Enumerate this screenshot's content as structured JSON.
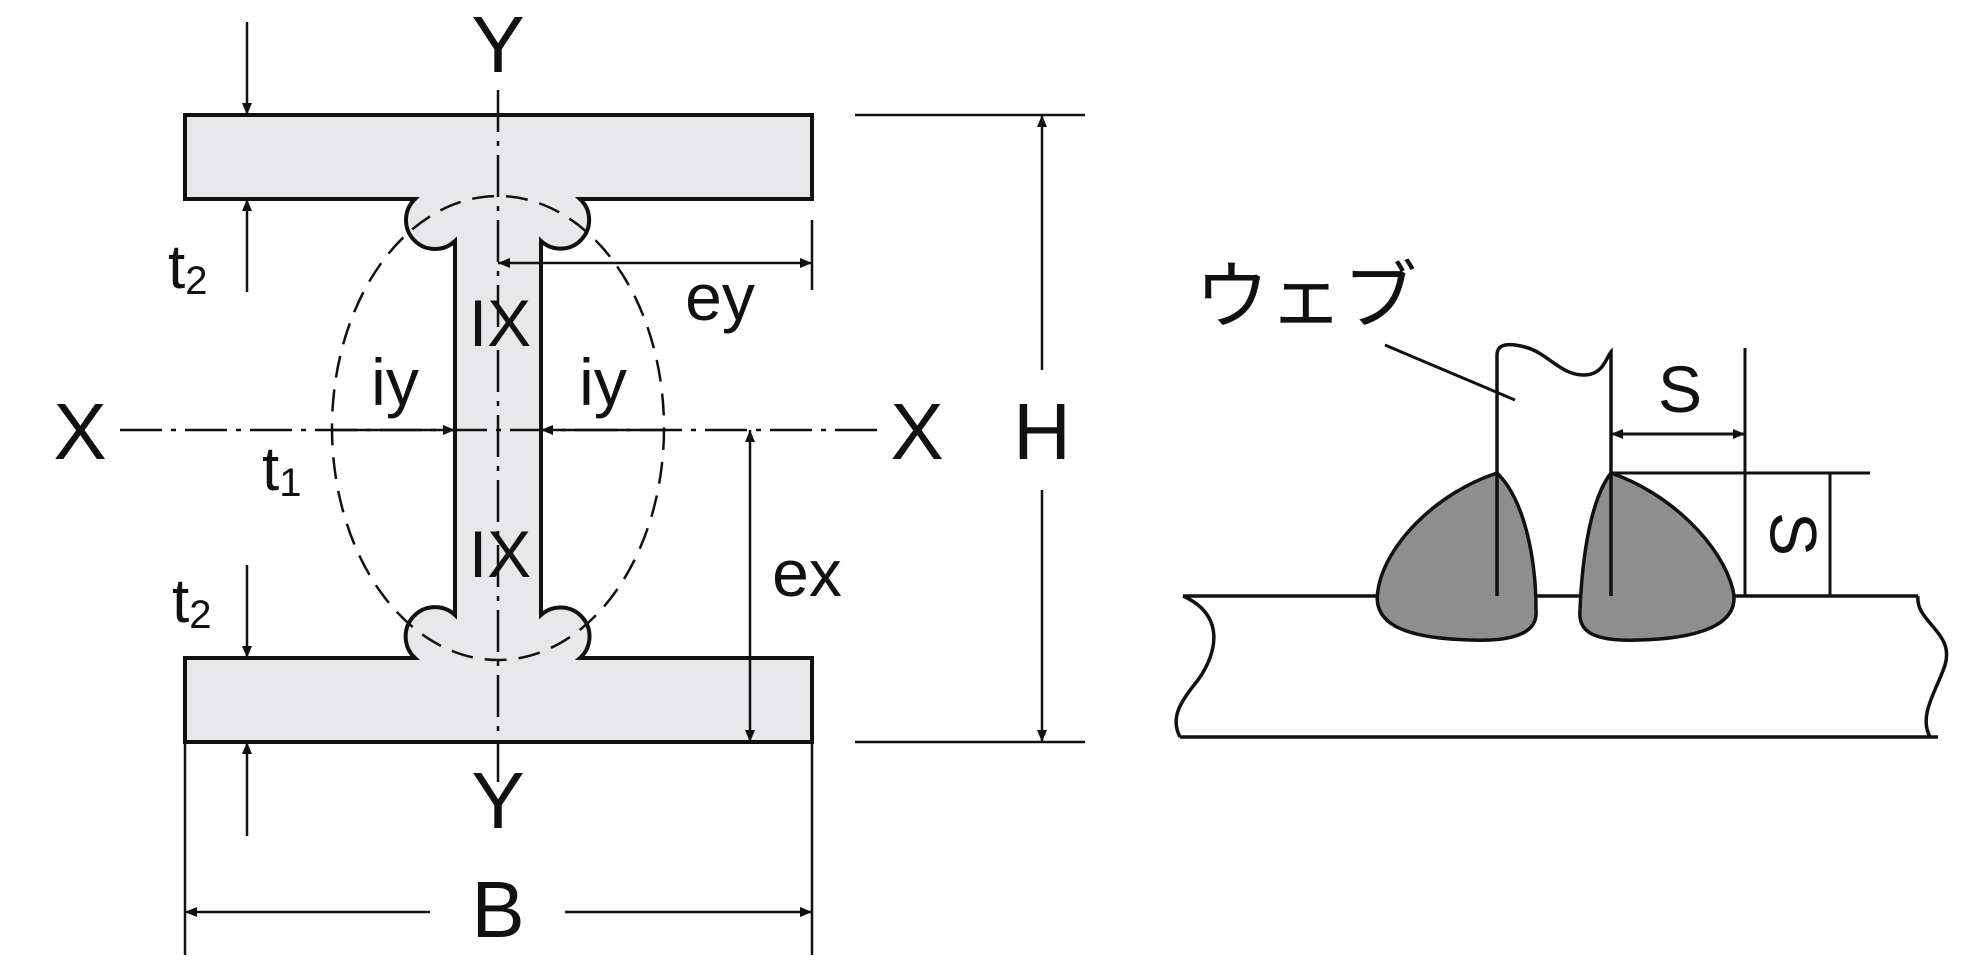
{
  "section_labels": {
    "y_top": "Y",
    "y_bottom": "Y",
    "x_left": "X",
    "x_right": "X",
    "height": "H",
    "width": "B",
    "t2_top": {
      "base": "t",
      "sub": "2"
    },
    "t2_bottom": {
      "base": "t",
      "sub": "2"
    },
    "t1": {
      "base": "t",
      "sub": "1"
    },
    "iy_left": "iy",
    "iy_right": "iy",
    "ix_upper": "IX",
    "ix_lower": "IX",
    "ey": "ey",
    "ex": "ex"
  },
  "weld_labels": {
    "web": "ウェブ",
    "s_horizontal": "S",
    "s_vertical": "S"
  },
  "colors": {
    "stroke": "#111111",
    "section_fill": "#e8e8ea",
    "weld_fill": "#8e8e8e"
  }
}
